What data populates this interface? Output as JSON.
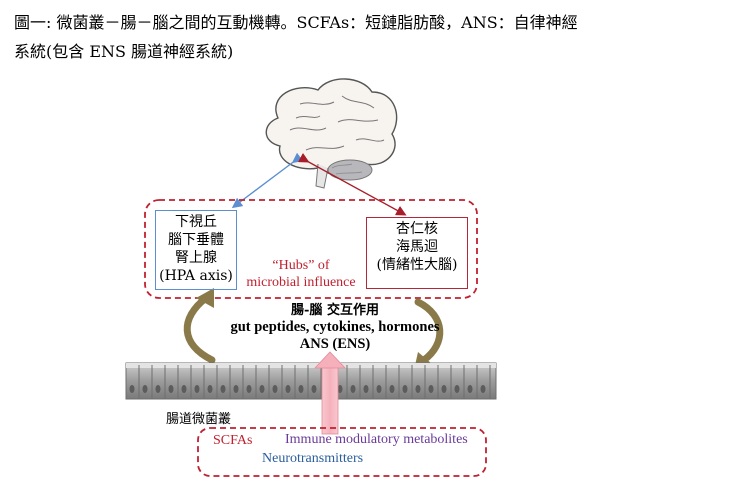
{
  "caption": {
    "line1": "圖一: 微菌叢－腸－腦之間的互動機轉。SCFAs：短鏈脂肪酸，ANS：自律神經",
    "line2": "系統(包含 ENS 腸道神經系統)"
  },
  "hypothalamus_box": {
    "line1": "下視丘",
    "line2": "腦下垂體",
    "line3": "腎上腺",
    "line4": "(HPA axis)"
  },
  "limbic_box": {
    "line1": "杏仁核",
    "line2": "海馬迴",
    "line3": "(情緒性大腦)"
  },
  "hubs": {
    "line1": "“Hubs” of",
    "line2": "microbial influence"
  },
  "interaction": {
    "title": "腸-腦 交互作用",
    "line1": "gut peptides, cytokines, hormones",
    "line2": "ANS (ENS)"
  },
  "gut_label": "腸道微菌叢",
  "bottom_box": {
    "scfas": "SCFAs",
    "immune": "Immune modulatory metabolites",
    "neuro": "Neurotransmitters"
  },
  "colors": {
    "red_dashed": "#c0202f",
    "blue_arrow": "#5b8fd0",
    "red_arrow": "#a81d2a",
    "olive_arrows": "#8a7a4a",
    "pink_arrow": "#f4b6c0"
  }
}
